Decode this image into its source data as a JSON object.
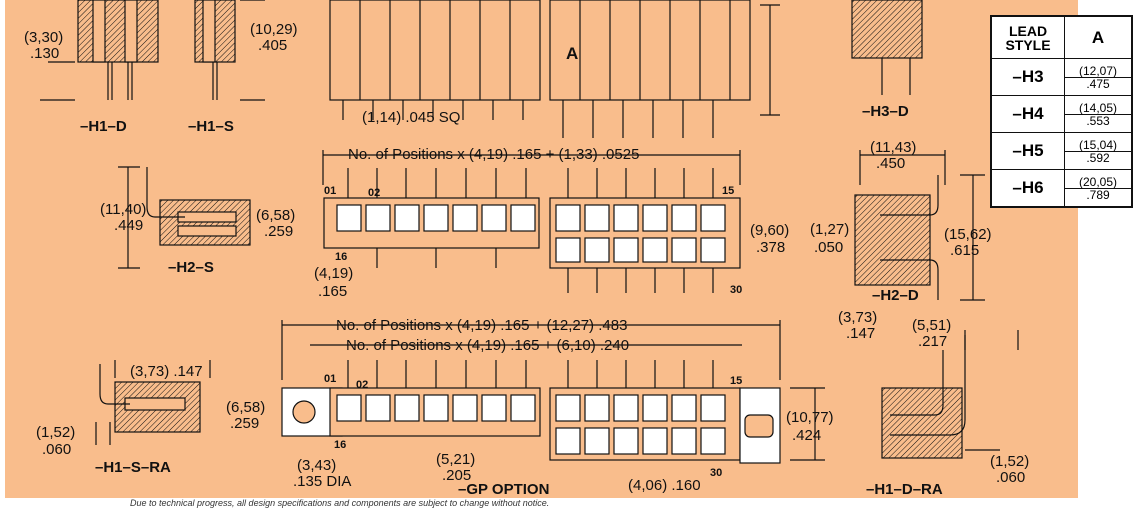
{
  "labels": {
    "h1d": "–H1–D",
    "h1s": "–H1–S",
    "h2s": "–H2–S",
    "h3d": "–H3–D",
    "h2d": "–H2–D",
    "h1sra": "–H1–S–RA",
    "h1dra": "–H1–D–RA",
    "gp": "–GP OPTION",
    "a": "A"
  },
  "dimensions": {
    "d330": "(3,30)",
    "d130": ".130",
    "d1029": "(10,29)",
    "d405": ".405",
    "dsq": "(1,14) .045 SQ",
    "npos1": "No. of Positions x (4,19) .165 + (1,33) .0525",
    "d1140": "(11,40)",
    "d449": ".449",
    "d658a": "(6,58)",
    "d259a": ".259",
    "d419": "(4,19)",
    "d165": ".165",
    "d960": "(9,60)",
    "d378": ".378",
    "d1143": "(11,43)",
    "d450": ".450",
    "d127": "(1,27)",
    "d050": ".050",
    "d1562": "(15,62)",
    "d615": ".615",
    "npos2": "No. of Positions x (4,19) .165 + (12,27) .483",
    "npos3": "No. of Positions x (4,19) .165 + (6,10) .240",
    "d373a": "(3,73) .147",
    "d152a": "(1,52)",
    "d060a": ".060",
    "d658b": "(6,58)",
    "d259b": ".259",
    "d343": "(3,43)",
    "d135": ".135 DIA",
    "d521": "(5,21)",
    "d205": ".205",
    "d406": "(4,06) .160",
    "d1077": "(10,77)",
    "d424": ".424",
    "d373b": "(3,73)",
    "d147b": ".147",
    "d551": "(5,51)",
    "d217": ".217",
    "d152b": "(1,52)",
    "d060b": ".060"
  },
  "pins": {
    "p01a": "01",
    "p02a": "02",
    "p15a": "15",
    "p16a": "16",
    "p30a": "30",
    "p01b": "01",
    "p02b": "02",
    "p15b": "15",
    "p16b": "16",
    "p30b": "30"
  },
  "lead_table": {
    "header_style": "LEAD STYLE",
    "header_a": "A",
    "rows": [
      {
        "style": "–H3",
        "mm": "(12,07)",
        "in": ".475"
      },
      {
        "style": "–H4",
        "mm": "(14,05)",
        "in": ".553"
      },
      {
        "style": "–H5",
        "mm": "(15,04)",
        "in": ".592"
      },
      {
        "style": "–H6",
        "mm": "(20,05)",
        "in": ".789"
      }
    ]
  },
  "footnote": "Due to technical progress, all design specifications and components are subject to change without notice.",
  "colors": {
    "background": "#f9bd8c",
    "ink": "#111111"
  }
}
